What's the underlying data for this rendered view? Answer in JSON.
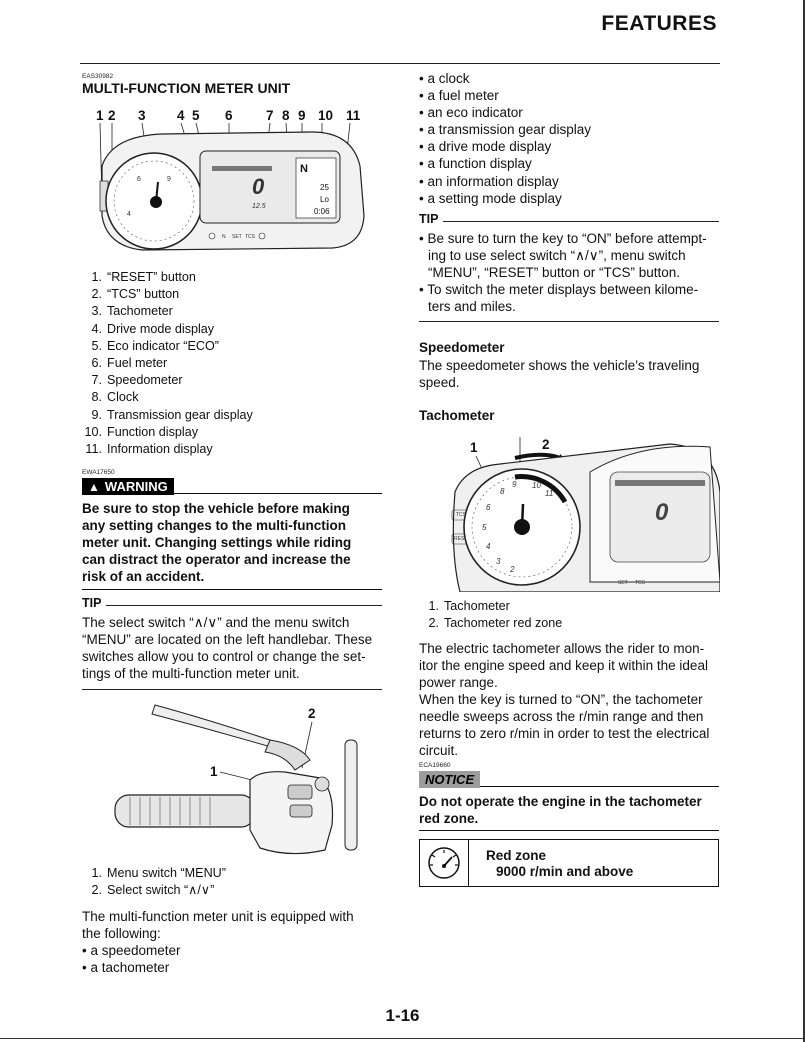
{
  "header": {
    "title": "FEATURES"
  },
  "page_number": "1-16",
  "left": {
    "section_code": "EAS30982",
    "section_title": "MULTI-FUNCTION METER UNIT",
    "meter_callouts": [
      "1",
      "2",
      "3",
      "4",
      "5",
      "6",
      "7",
      "8",
      "9",
      "10",
      "11"
    ],
    "meter_display": {
      "gear": "N",
      "temp": "25",
      "lo": "Lo",
      "clock": "0:06",
      "odo": "12.5"
    },
    "meter_list": [
      {
        "n": "1.",
        "t": "“RESET” button"
      },
      {
        "n": "2.",
        "t": "“TCS” button"
      },
      {
        "n": "3.",
        "t": "Tachometer"
      },
      {
        "n": "4.",
        "t": "Drive mode display"
      },
      {
        "n": "5.",
        "t": "Eco indicator “ECO”"
      },
      {
        "n": "6.",
        "t": "Fuel meter"
      },
      {
        "n": "7.",
        "t": "Speedometer"
      },
      {
        "n": "8.",
        "t": "Clock"
      },
      {
        "n": "9.",
        "t": "Transmission gear display"
      },
      {
        "n": "10.",
        "t": "Function display"
      },
      {
        "n": "11.",
        "t": "Information display"
      }
    ],
    "warning_code": "EWA17650",
    "warning_label": "WARNING",
    "warning_text": [
      "Be sure to stop the vehicle before making",
      "any setting changes to the multi-function",
      "meter unit. Changing settings while riding",
      "can distract the operator and increase the",
      "risk of an accident."
    ],
    "tip_label": "TIP",
    "tip_text": [
      "The select switch “∧/∨” and the menu switch",
      "“MENU” are located on the left handlebar. These",
      "switches allow you to control or change the set-",
      "tings of the multi-function meter unit."
    ],
    "handlebar_callouts": [
      "1",
      "2"
    ],
    "handlebar_list": [
      {
        "n": "1.",
        "t": "Menu switch “MENU”"
      },
      {
        "n": "2.",
        "t": "Select switch “∧/∨”"
      }
    ],
    "equipped_text": [
      "The multi-function meter unit is equipped with",
      "the following:"
    ],
    "equipped_list": [
      "• a speedometer",
      "• a tachometer"
    ]
  },
  "right": {
    "equipped_list": [
      "• a clock",
      "• a fuel meter",
      "• an eco indicator",
      "• a transmission gear display",
      "• a drive mode display",
      "• a function display",
      "• an information display",
      "• a setting mode display"
    ],
    "tip_label": "TIP",
    "tip_bullets": [
      [
        "• Be sure to turn the key to “ON” before attempt-",
        "ing to use select switch “∧/∨”, menu switch",
        "“MENU”, “RESET” button or “TCS” button."
      ],
      [
        "• To switch the meter displays between kilome-",
        "ters and miles."
      ]
    ],
    "speedometer_title": "Speedometer",
    "speedometer_text": [
      "The speedometer shows the vehicle’s traveling",
      "speed."
    ],
    "tachometer_title": "Tachometer",
    "tach_callouts": [
      "1",
      "2"
    ],
    "tach_list": [
      {
        "n": "1.",
        "t": "Tachometer"
      },
      {
        "n": "2.",
        "t": "Tachometer red zone"
      }
    ],
    "tach_text": [
      "The electric tachometer allows the rider to mon-",
      "itor the engine speed and keep it within the ideal",
      "power range.",
      "When the key is turned to “ON”, the tachometer",
      "needle sweeps across the r/min range and then",
      "returns to zero r/min in order to test the electrical",
      "circuit."
    ],
    "notice_code": "ECA19660",
    "notice_label": "NOTICE",
    "notice_text": [
      "Do not operate the engine in the tachometer",
      "red zone."
    ],
    "redzone_title": "Red zone",
    "redzone_value": "9000 r/min and above"
  }
}
